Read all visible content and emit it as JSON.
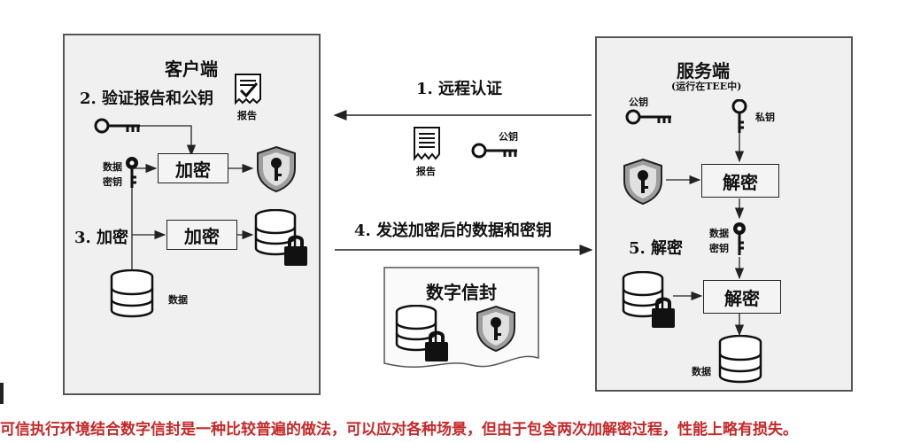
{
  "client": {
    "title": "客户端",
    "step2": "2. 验证报告和公钥",
    "report_label": "报告",
    "data_key_label_1": "数据",
    "data_key_label_2": "密钥",
    "encrypt_box_1": "加密",
    "step3": "3. 加密",
    "encrypt_box_2": "加密",
    "data_label": "数据"
  },
  "middle": {
    "step1": "1. 远程认证",
    "report_label": "报告",
    "public_key_label": "公钥",
    "step4": "4. 发送加密后的数据和密钥",
    "envelope_title": "数字信封"
  },
  "server": {
    "title": "服务端",
    "subtitle": "(运行在TEE中)",
    "public_key_label": "公钥",
    "private_key_label": "私钥",
    "decrypt_box_1": "解密",
    "data_key_label_1": "数据",
    "data_key_label_2": "密钥",
    "step5": "5. 解密",
    "decrypt_box_2": "解密",
    "data_label": "数据"
  },
  "caption": "可信执行环境结合数字信封是一种比较普遍的做法，可以应对各种场景，但由于包含两次加解密过程，性能上略有损失。",
  "colors": {
    "caption": "#c62828",
    "panel": "#f0f0f0",
    "border": "#222222"
  },
  "icons": [
    "document-icon",
    "key-icon",
    "shield-key-icon",
    "database-icon",
    "padlock-icon",
    "envelope-icon"
  ]
}
